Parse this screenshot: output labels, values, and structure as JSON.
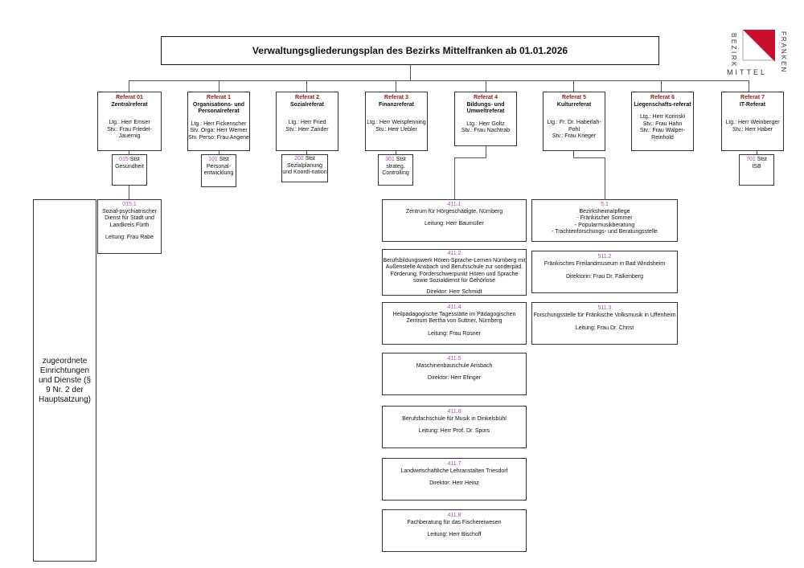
{
  "title": "Verwaltungsgliederungsplan des Bezirks Mittelfranken ab 01.01.2026",
  "logo": {
    "word_top": "BEZIRK",
    "word_bottom": "MITTEL",
    "word_side": "FRANKEN",
    "color": "#c8102e"
  },
  "side_label": "zugeordnete Einrichtungen und Dienste (§ 9 Nr. 2 der Hauptsatzung)",
  "referate": [
    {
      "title": "Referat 01",
      "name": "Zentralreferat",
      "lead": "Ltg.: Herr Emser\nStv.: Frau Friedel-Jauernig"
    },
    {
      "title": "Referat 1",
      "name": "Organisations- und Personalreferat",
      "lead": "Ltg.: Herr Fickenscher\nStv. Orga: Herr Werner\nStv. Perso: Frau Angene"
    },
    {
      "title": "Referat 2",
      "name": "Sozialreferat",
      "lead": "Ltg.: Herr Fried\nStv.: Herr Zander"
    },
    {
      "title": "Referat 3",
      "name": "Finanzreferat",
      "lead": "Ltg.: Herr Weispfenning\nStv.: Herr Uebler"
    },
    {
      "title": "Referat 4",
      "name": "Bildungs- und Umweltreferat",
      "lead": "Ltg.: Herr Goltz\nStv.: Frau Nachtrab"
    },
    {
      "title": "Referat 5",
      "name": "Kulturreferat",
      "lead": "Ltg.: Fr. Dr. Haberlah-Pohl\nStv.: Frau Krieger"
    },
    {
      "title": "Referat 6",
      "name": "Liegenschafts-referat",
      "lead": "Ltg.: Herr Korinski\nStv.: Frau Hahn\nStv.: Frau Walper-Reinhold"
    },
    {
      "title": "Referat 7",
      "name": "IT-Referat",
      "lead": "Ltg.: Herr Weinberger\nStv.: Herr Haber"
    }
  ],
  "ststs": [
    {
      "code": "015",
      "label": "Stst\nGesundheit"
    },
    {
      "code": "101",
      "label": "Stst\nPersonal-entwicklung"
    },
    {
      "code": "202",
      "label": "Stst\nSozialplanung und Koordi-nation"
    },
    {
      "code": "301",
      "label": "Stst\nstrateg. Controlling"
    },
    {
      "code": "701",
      "label": "Stst\nISB"
    }
  ],
  "units": {
    "u015": {
      "code": "015.1",
      "text": "Sozial-psychiatrischer Dienst für Stadt und Landkreis Fürth",
      "lead": "Leitung: Frau Rabe"
    },
    "ref4": [
      {
        "code": "411.1",
        "text": "Zentrum für Hörgeschädigte, Nürnberg",
        "lead": "Leitung: Herr Baumüller"
      },
      {
        "code": "411.2",
        "text": "Berufsbildungswerk Hören-Sprache-Lernen Nürnberg mit Außenstelle Ansbach und Berufsschule zur sonderpäd. Förderung, Förderschwerpunkt Hören und Sprache sowie Sozialdienst für Gehörlose",
        "lead": "Direktor: Herr Schmidt"
      },
      {
        "code": "411.4",
        "text": "Heilpädagogische Tagesstätte im Pädagogischen Zentrum Bertha von Suttner, Nürnberg",
        "lead": "Leitung: Frau Rosner"
      },
      {
        "code": "411.5",
        "text": "Maschinenbauschule Ansbach",
        "lead": "Direktor: Herr Efinger"
      },
      {
        "code": "411.6",
        "text": "Berufsfachschule für Musik in Dinkelsbühl",
        "lead": "Leitung: Herr Prof. Dr. Spors"
      },
      {
        "code": "411.7",
        "text": "Landwirtschaftliche Lehranstalten Triesdorf",
        "lead": "Direktor: Herr Heinz"
      },
      {
        "code": "411.8",
        "text": "Fachberatung für das Fischereiwesen",
        "lead": "Leitung: Herr Bischoff"
      }
    ],
    "ref5": [
      {
        "code": "5.1",
        "text": "Bezirksheimatpflege\n- Fränkischer Sommer\n- Popularmusikberatung\n- Trachtenforschungs- und Beratungsstelle",
        "lead": ""
      },
      {
        "code": "511.2",
        "text": "Fränkisches Freilandmuseum in Bad Windsheim",
        "lead": "Direktorin: Frau Dr. Falkenberg"
      },
      {
        "code": "511.3",
        "text": "Forschungsstelle für Fränkische Volksmusik in Uffenheim",
        "lead": "Leitung: Frau Dr. Christ"
      }
    ]
  }
}
